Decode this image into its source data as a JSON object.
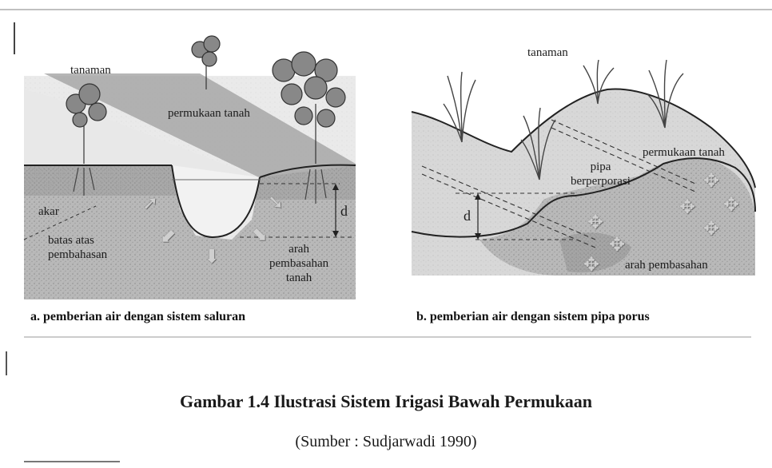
{
  "figure_a": {
    "label_plant": "tanaman",
    "label_surface": "permukaan tanah",
    "label_root": "akar",
    "label_upper_limit": "batas atas\npembahasan",
    "label_d": "d",
    "label_wetting_direction": "arah\npembasahan\ntanah",
    "caption": "a. pemberian air dengan sistem saluran"
  },
  "figure_b": {
    "label_plant": "tanaman",
    "label_surface": "permukaan tanah",
    "label_pipe": "pipa\nberperporasi",
    "label_d": "d",
    "label_wetting_direction": "arah pembasahan",
    "caption": "b. pemberian air dengan sistem pipa porus"
  },
  "title": "Gambar 1.4 Ilustrasi Sistem Irigasi Bawah Permukaan",
  "source": "(Sumber : Sudjarwadi 1990)"
}
